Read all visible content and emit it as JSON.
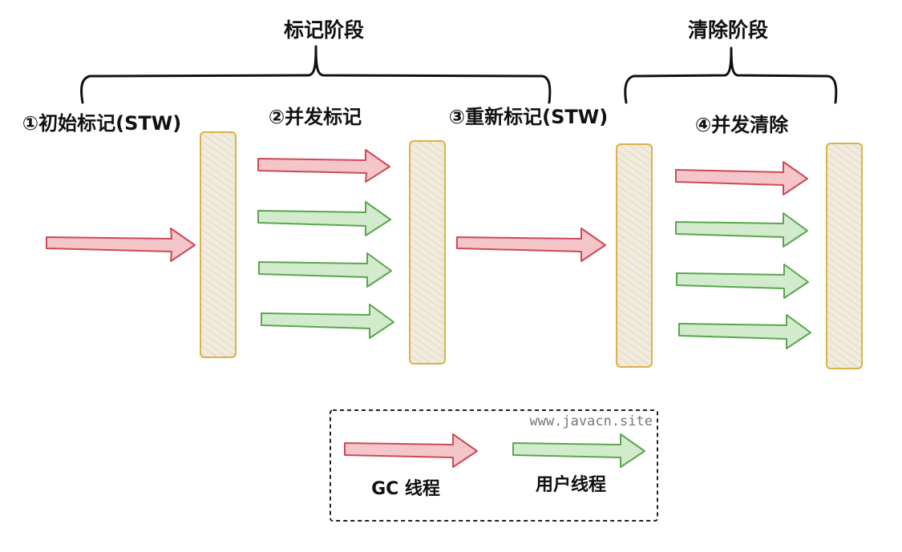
{
  "phases": {
    "mark": "标记阶段",
    "sweep": "清除阶段"
  },
  "steps": {
    "initial_mark": "①初始标记(STW)",
    "concurrent_mark": "②并发标记",
    "remark": "③重新标记(STW)",
    "concurrent_sweep": "④并发清除"
  },
  "legend": {
    "gc_thread": "GC 线程",
    "user_thread": "用户线程",
    "watermark": "www.javacn.site"
  },
  "colors": {
    "gc_thread_stroke": "#cc4a56",
    "gc_thread_fill": "#f4c6c9",
    "user_thread_stroke": "#5aa64f",
    "user_thread_fill": "#d3ebcd",
    "barrier_stroke": "#d9b24a",
    "barrier_fill": "#f0ebdd"
  },
  "icons": {
    "gc_arrow": "red-right-arrow",
    "user_arrow": "green-right-arrow",
    "barrier": "safepoint-barrier"
  }
}
